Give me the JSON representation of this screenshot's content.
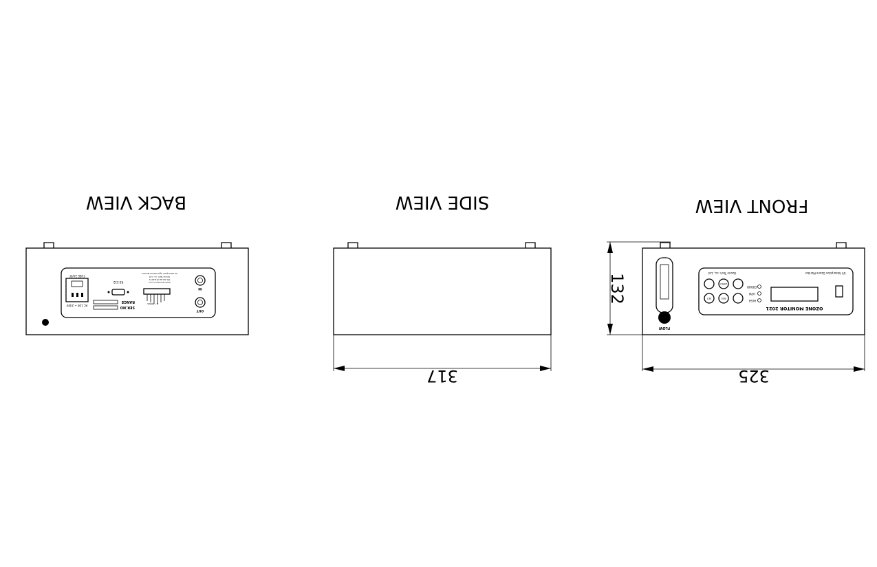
{
  "titles": {
    "back": "BACK VIEW",
    "side": "SIDE VIEW",
    "front": "FRONT VIEW"
  },
  "dimensions": {
    "side_width": "317",
    "front_width": "325",
    "height": "132"
  },
  "front_panel": {
    "model": "OZONE MONITOR 2021",
    "subtitle": "UV Absorption Ozone Monitor",
    "maker": "Ozone Tech. co., Ltd",
    "leds": [
      "ERROR",
      "LOW",
      "HIGH"
    ],
    "buttons": [
      "ZERO",
      "RES",
      "SET"
    ],
    "flow_label": "FLOW"
  },
  "back_panel": {
    "fuse": "FUSE 2A/5F",
    "power": "AC 100 ~ 240V",
    "range": "RANGE",
    "serial": "SER.NO",
    "serial_port": "RS-232",
    "inlet": "IN",
    "outlet": "OUT",
    "signal": "4~20mA",
    "info": [
      "UV Absorption Type Ozone Monitor",
      "Ozone Tech. co., Ltd",
      "TEL 82-42-719-4071",
      "www.ozonetech.co.kr"
    ]
  }
}
